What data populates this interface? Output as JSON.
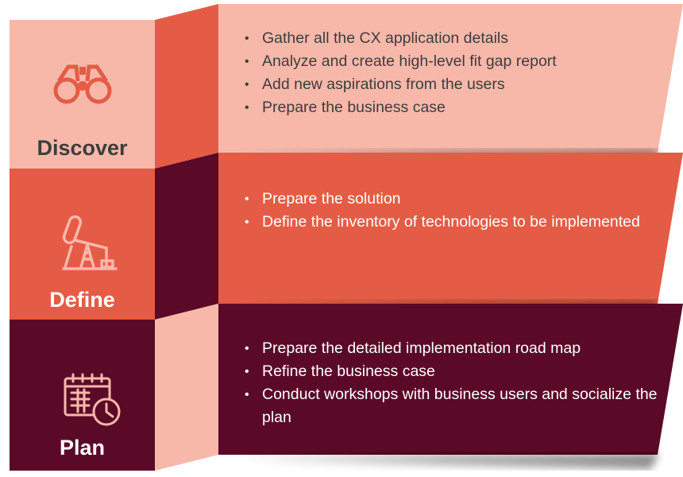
{
  "colors": {
    "light_salmon": "#f7b8aa",
    "coral": "#e45c45",
    "maroon": "#5a0a27",
    "dark_text": "#3d3d3d",
    "white": "#ffffff"
  },
  "stages": [
    {
      "label": "Discover",
      "icon": "binoculars-icon",
      "bullets": [
        "Gather all the CX application details",
        "Analyze and create high-level fit gap report",
        "Add new aspirations from the users",
        "Prepare the business case"
      ]
    },
    {
      "label": "Define",
      "icon": "pump-jack-icon",
      "bullets": [
        "Prepare the solution",
        "Define the inventory of technologies to be implemented"
      ]
    },
    {
      "label": "Plan",
      "icon": "calendar-clock-icon",
      "bullets": [
        "Prepare the detailed implementation road map",
        "Refine the business case",
        "Conduct workshops with business users and socialize the plan"
      ]
    }
  ]
}
